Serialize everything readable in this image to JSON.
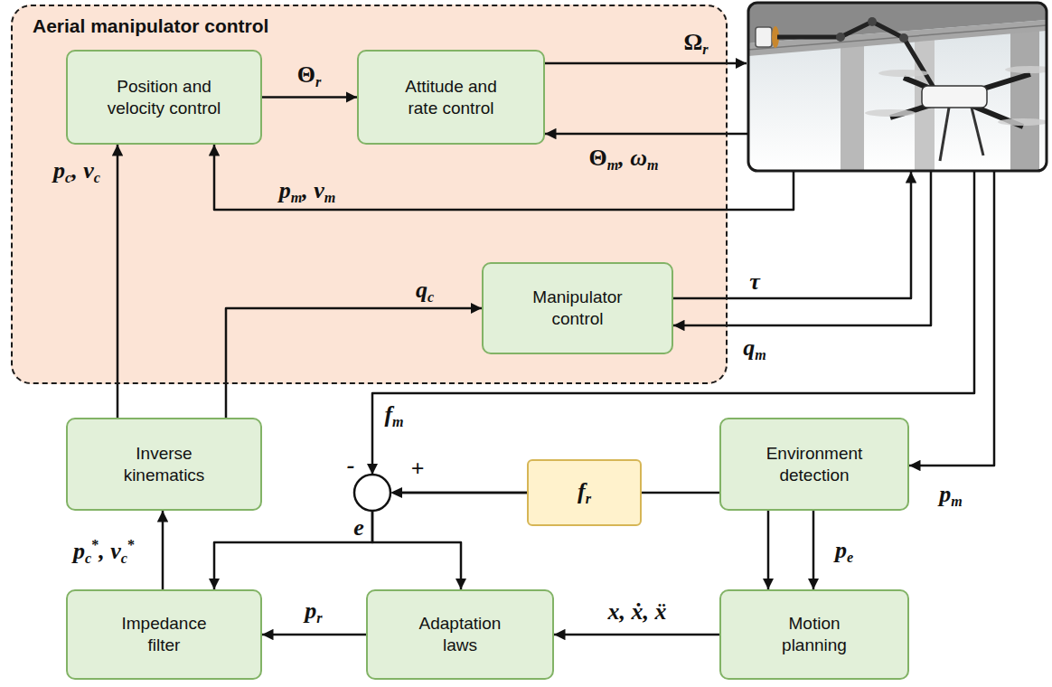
{
  "diagram": {
    "nodes": [
      {
        "text": [
          "Aerial manipulator control"
        ]
      },
      {
        "text": [
          "Position and velocity control"
        ],
        "in": 0
      },
      {
        "text": [
          "Attitude and rate control"
        ],
        "in": 0
      },
      {
        "text": [
          "Manipulator control"
        ],
        "in": 0
      },
      {
        "text": [
          "Inverse kinematics"
        ]
      },
      {
        "text": [
          "Environment detection"
        ]
      },
      {
        "text": [
          "fr"
        ]
      },
      {
        "text": [
          "Impedance filter"
        ]
      },
      {
        "text": [
          "Adaptation laws"
        ]
      },
      {
        "text": [
          "Motion planning"
        ]
      }
    ],
    "edges": [
      {
        "from": 4,
        "to": 1,
        "label": "pc, vc",
        "arrow": "to"
      },
      {
        "from": 4,
        "to": 3,
        "label": "qc",
        "arrow": "to"
      },
      {
        "from": 1,
        "to": 2,
        "label": "Θr",
        "arrow": "to"
      },
      {
        "from": 7,
        "to": 4,
        "label": "pc*, vc*",
        "arrow": "to"
      },
      {
        "from": 8,
        "to": 7,
        "label": "pr",
        "arrow": "to"
      },
      {
        "from": 9,
        "to": 8,
        "label": "x, ẋ, ẍ",
        "arrow": "to"
      },
      {
        "from": 5,
        "to": 9,
        "label": "pe",
        "arrow": "to"
      },
      {
        "from": 6,
        "to": 9,
        "arrow": "to"
      },
      {
        "from": 6,
        "to": 7,
        "arrow": "to"
      },
      {
        "from": 6,
        "to": 8,
        "arrow": "to"
      }
    ],
    "labels": [
      "Ωr",
      "Θm, ωm",
      "pm, vm",
      "τ",
      "qm",
      "fm",
      "-",
      "+",
      "e",
      "pm"
    ]
  }
}
